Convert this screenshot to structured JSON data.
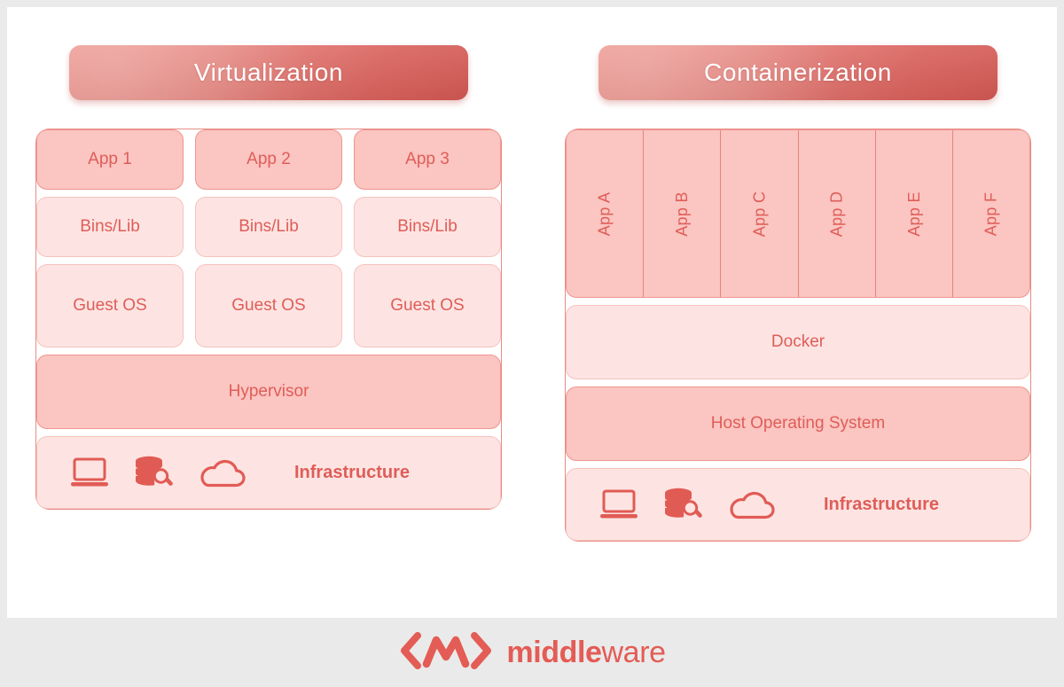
{
  "theme": {
    "page_bg": "#eaeaea",
    "stage_bg": "#ffffff",
    "accent": "#df5d58",
    "banner_from": "#ec8e87",
    "banner_to": "#d35853",
    "tone_dark": "#fbc5c1",
    "tone_light": "#fde4e2",
    "border": "#e88c86"
  },
  "panels": {
    "left": {
      "title": "Virtualization",
      "apps": [
        "App 1",
        "App 2",
        "App 3"
      ],
      "bins": [
        "Bins/Lib",
        "Bins/Lib",
        "Bins/Lib"
      ],
      "guest_os": [
        "Guest OS",
        "Guest OS",
        "Guest OS"
      ],
      "hypervisor": "Hypervisor",
      "infrastructure": "Infrastructure",
      "infrastructure_icons": [
        "laptop-icon",
        "database-search-icon",
        "cloud-icon"
      ]
    },
    "right": {
      "title": "Containerization",
      "apps": [
        "App A",
        "App B",
        "App C",
        "App D",
        "App E",
        "App F"
      ],
      "docker": "Docker",
      "host_os": "Host Operating System",
      "infrastructure": "Infrastructure",
      "infrastructure_icons": [
        "laptop-icon",
        "database-search-icon",
        "cloud-icon"
      ]
    }
  },
  "footer": {
    "logo_mark": "mw-bracket-logo",
    "brand_bold": "middle",
    "brand_regular": "ware"
  }
}
